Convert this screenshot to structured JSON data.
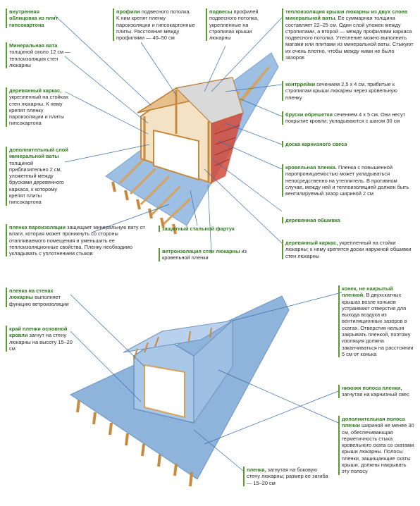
{
  "colors": {
    "accent_green": "#2f7a1e",
    "film_blue": "#8fb4dc",
    "wood": "#d9a25a",
    "insulation_red": "#d24a3a",
    "leader_blue": "#3a6fae"
  },
  "top": {
    "inner_lining": {
      "title": "внутренняя облицовка из плит гипсокартона",
      "text": ""
    },
    "mineral_wool": {
      "title": "Минеральная вата",
      "text": "толщиной около 12 см — теплоизоляция стен люкарны"
    },
    "wood_frame": {
      "title": "деревянный каркас,",
      "text": "укрепленный на стойках стен люкарны. К нему крепят пленку пароизоляции и плиты гипсокартона"
    },
    "extra_layer": {
      "title": "дополнительный слой минеральной ваты",
      "text": "толщиной приблизительно 2 см, уложенный между брусками деревянного каркаса, к которому крепят плиты гипсокартона"
    },
    "vapor_film": {
      "title": "пленка пароизоляции",
      "text": "защищает минеральную вату от влаги, которая может проникнуть со стороны отапливаемого помещения и уменьшить ее теплоизоляционные свойства. Пленку необходимо укладывать с уплотнением стыков"
    },
    "profiles": {
      "title": "профили",
      "text": "подвесного потолка. К ним крепят пленку пароизоляции и гипсокартонные плиты. Расстояние между профилями — 40–50 см"
    },
    "hangers": {
      "title": "подвесы",
      "text": "профилей подвесного потолка, укрепленные на стропилах крыши люкарны"
    },
    "roof_insulation": {
      "title": "теплоизоляция крыши люкарны из двух слоев минеральной ваты.",
      "text": "Ее суммарная толщина составляет 22–25 см. Один слой уложен между стропилами, а второй — между профилями каркаса подвесного потолка. Утепление можно выполнить матами или плитами из минеральной ваты. Стыкуют их очень плотно, чтобы между ними не было зазоров"
    },
    "counter_battens": {
      "title": "контррейки",
      "text": "сечением 2,5 х 4 см, прибитые к стропилам крыши люкарны через кровельную пленку"
    },
    "battens": {
      "title": "бруски обрешетки",
      "text": "сечением 4 х 5 см. Они несут покрытие кровли; укладываются с шагом 30 см"
    },
    "eaves_board": {
      "title": "доска карнизного свеса",
      "text": ""
    },
    "roof_film": {
      "title": "кровельная пленка.",
      "text": "Пленка с повышенной паропроницаемостью может укладываться непосредственно на утеплитель. В противном случае, между ней и теплоизоляцией должен быть вентилируемый зазор шириной 2 см"
    },
    "wood_cladding": {
      "title": "деревянная обшивка",
      "text": ""
    },
    "wood_frame2": {
      "title": "деревянный каркас,",
      "text": "укрепленный на стойки люкарны; к нему крепятся доски наружной обшивки стен люкарны"
    },
    "steel_apron": {
      "title": "защитный стальной фартук",
      "text": ""
    },
    "wall_waterproof": {
      "title": "ветроизоляция стен люкарны",
      "text": "из кровельной пленки"
    }
  },
  "bottom": {
    "wall_film": {
      "title": "пленка на стенах люкарны",
      "text": "выполняет функцию ветроизоляции"
    },
    "main_roof_edge": {
      "title": "край пленки основной кровли",
      "text": "загнут на стену люкарны на высоту 15–20 см"
    },
    "ridge": {
      "title": "конек, не накрытый пленкой.",
      "text": "В двухскатных крышах возле коньков устраивают отверстия для выхода воздуха из вентиляционных зазоров в скатах. Отверстия нельзя закрывать пленкой, поэтому изоляция должна заканчиваться на расстоянии 5 см от конька"
    },
    "lower_strip": {
      "title": "нижняя полоса пленки,",
      "text": "загнутая на карнизный свес"
    },
    "extra_strip": {
      "title": "дополнительная полоса пленки",
      "text": "шириной не менее 30 см, обеспечивающая герметичность стыка кровельного ската со скатами крыши люкарны. Полосы пленки, защищающие скаты крыши, должны накрывать эту полосу"
    },
    "side_film": {
      "title": "пленка,",
      "text": "загнутая на боковую стену люкарны; размер ее загиба — 15–20 см"
    }
  }
}
